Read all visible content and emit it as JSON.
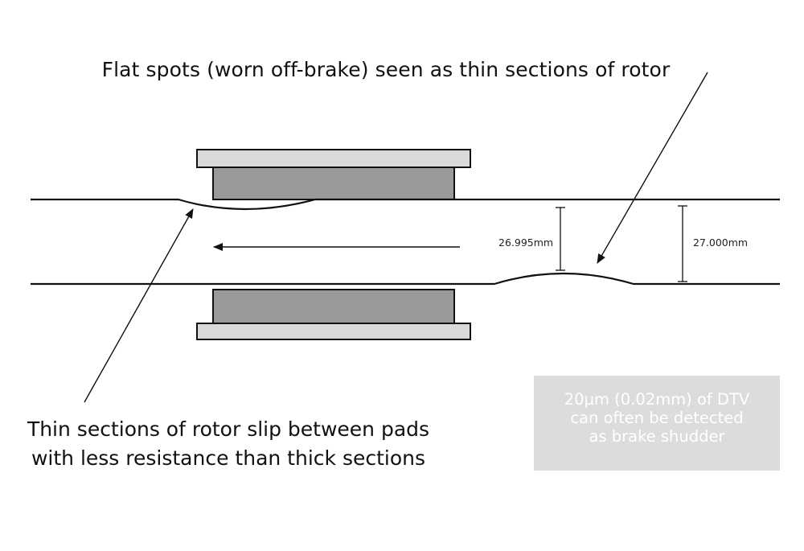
{
  "labels": {
    "top": "Flat spots (worn off-brake) seen as thin sections of rotor",
    "bottom_line1": "Thin sections of rotor slip between pads",
    "bottom_line2": "with less resistance than thick sections"
  },
  "dimensions": {
    "thin": "26.995mm",
    "thick": "27.000mm"
  },
  "note": {
    "line1": "20µm (0.02mm) of DTV",
    "line2": "can often be detected",
    "line3": "as brake shudder"
  },
  "colors": {
    "line": "#111111",
    "pad_material": "#9a9a9a",
    "backing_plate": "#d9d9d9",
    "note_box": "#dcdcdc",
    "note_text": "#ffffff"
  }
}
